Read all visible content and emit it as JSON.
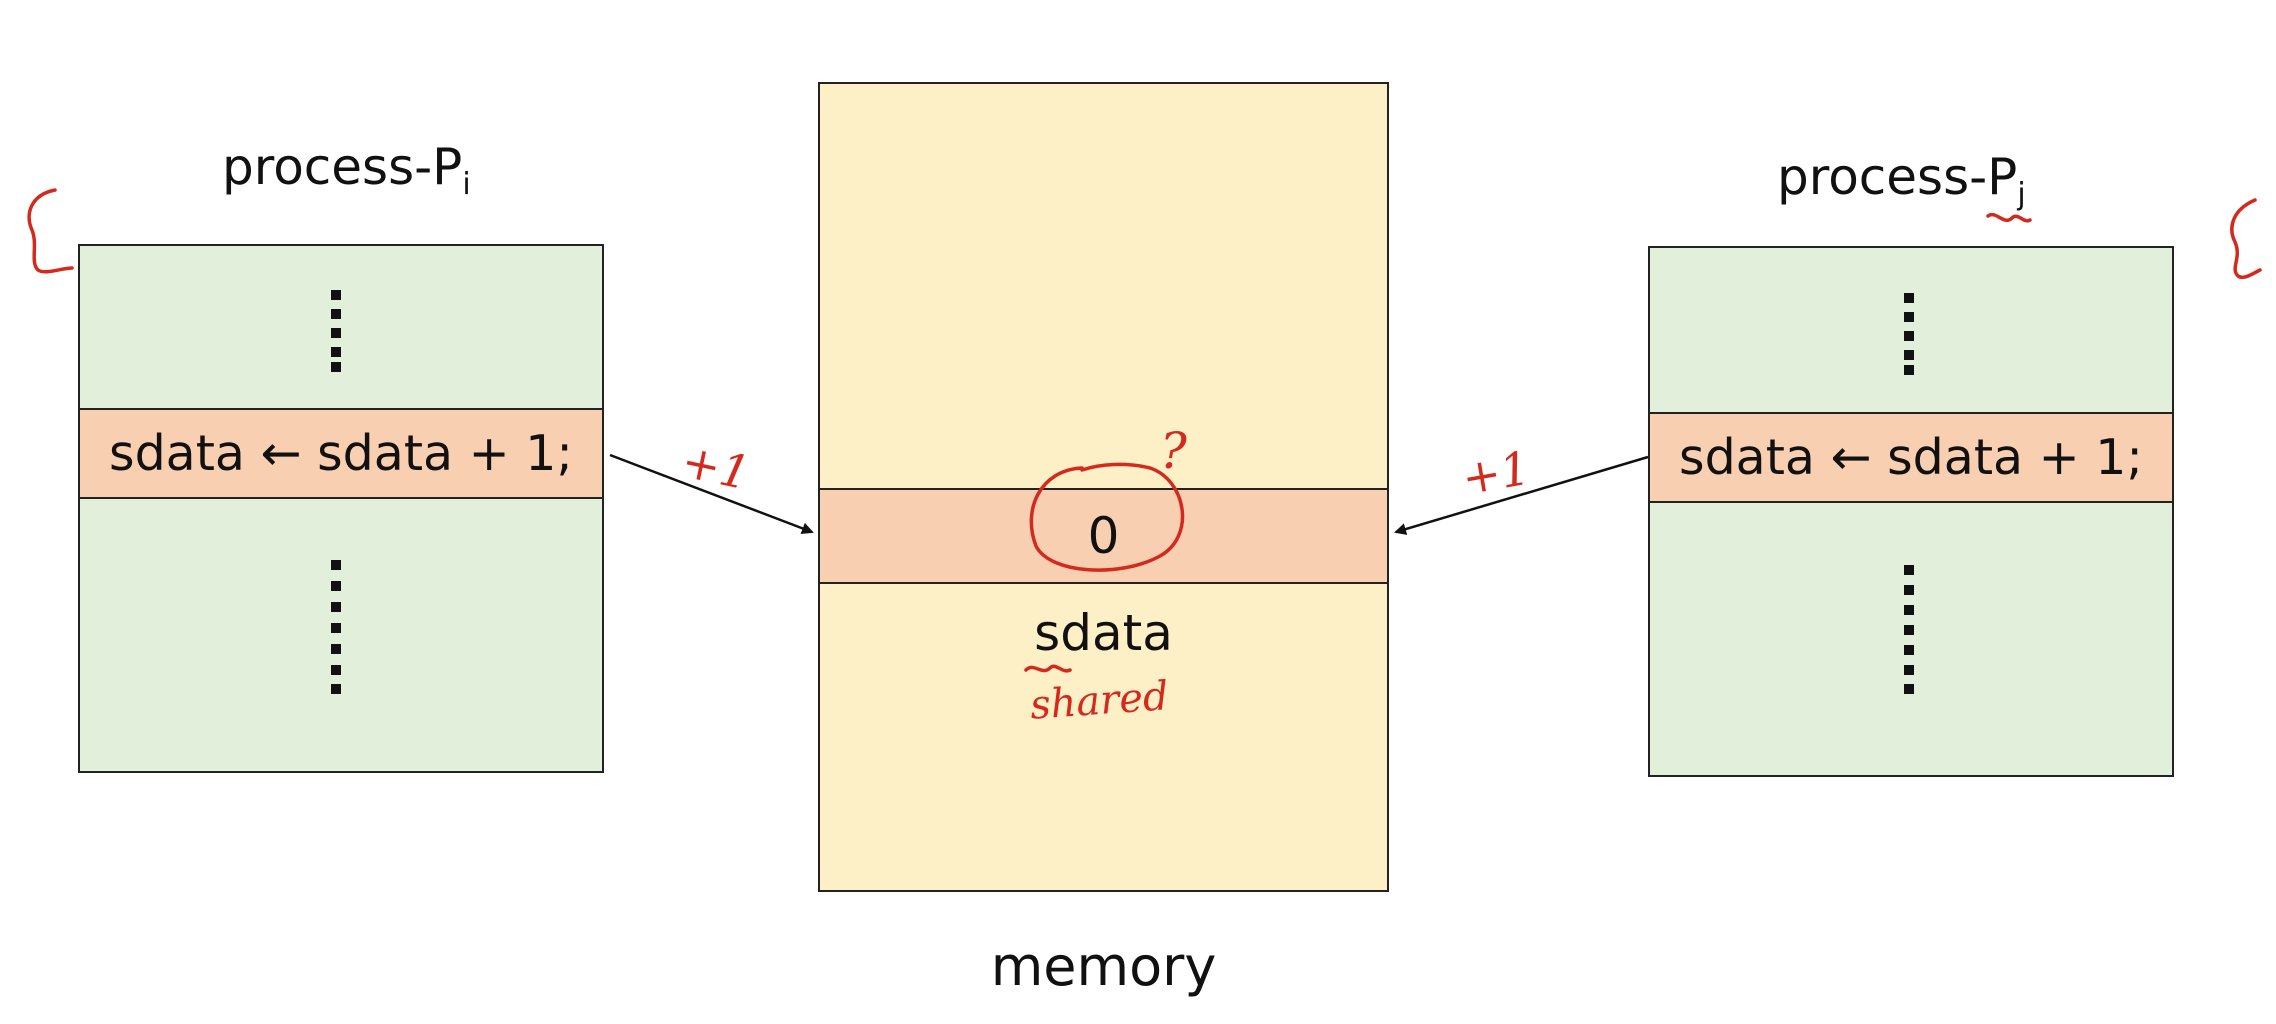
{
  "process_i": {
    "title_prefix": "process-P",
    "title_subscript": "i",
    "code_line": "sdata ← sdata + 1;"
  },
  "process_j": {
    "title_prefix": "process-P",
    "title_subscript": "j",
    "code_line": "sdata ← sdata + 1;"
  },
  "memory": {
    "caption": "memory",
    "cell_value": "0",
    "cell_label": "sdata"
  },
  "annotations": {
    "left_arrow_note": "+1",
    "right_arrow_note": "+1",
    "cell_note": "?",
    "shared_note": "shared"
  },
  "colors": {
    "process_fill": "#e2efda",
    "memory_fill": "#fdefc6",
    "highlight_band": "#f9cfb2",
    "ink_annotation": "#d42a1e"
  }
}
